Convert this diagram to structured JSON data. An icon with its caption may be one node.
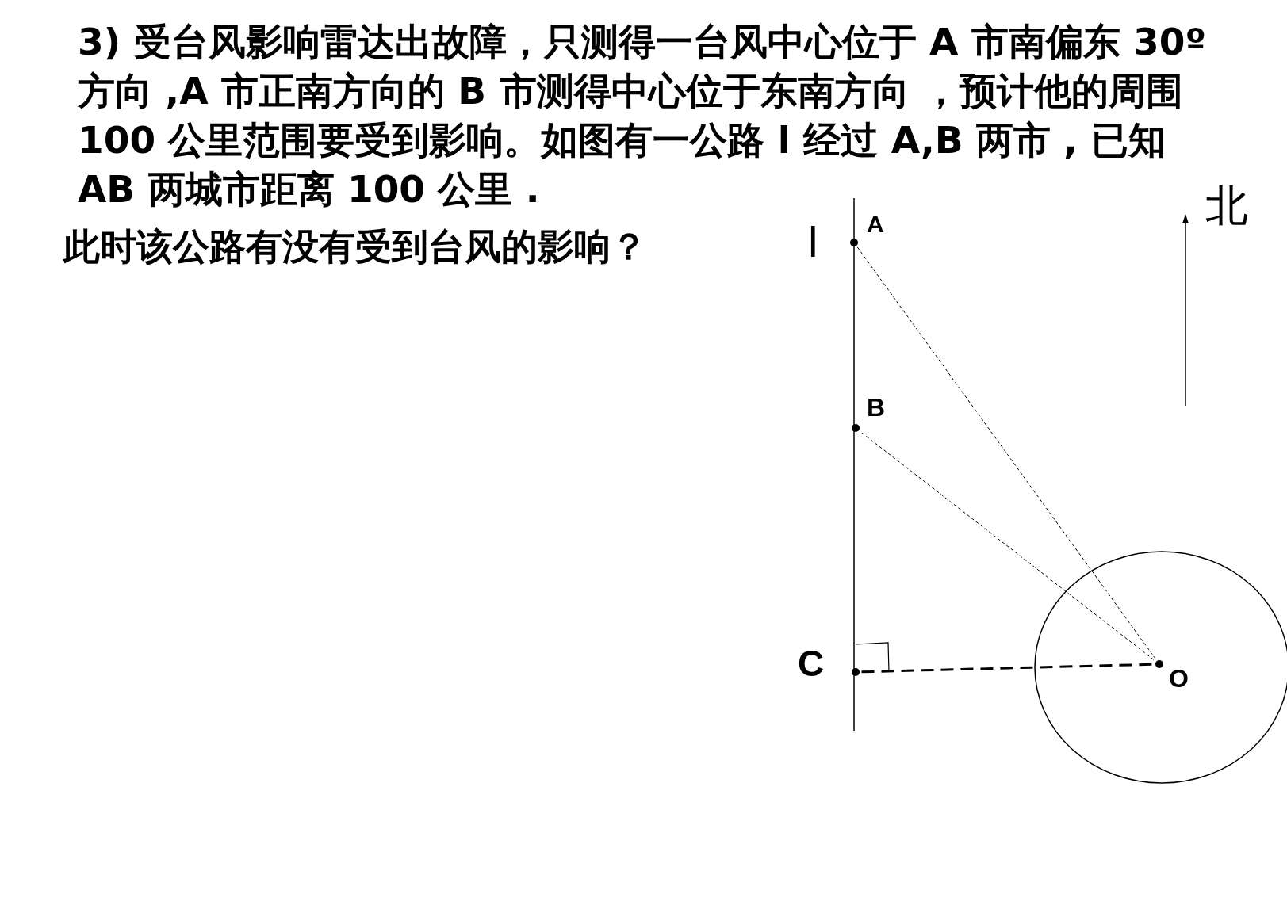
{
  "diagram": {
    "nodes": [
      {
        "text": [
          "A"
        ]
      },
      {
        "text": [
          "B"
        ]
      },
      {
        "text": [
          "C"
        ]
      },
      {
        "text": [
          "O"
        ]
      }
    ],
    "edges": [
      {
        "from": 0,
        "to": 3,
        "arrow": "none",
        "style": "dashed"
      },
      {
        "from": 1,
        "to": 3,
        "arrow": "none",
        "style": "dashed"
      },
      {
        "from": 2,
        "to": 3,
        "arrow": "none",
        "style": "dashed"
      }
    ],
    "labels": [
      "3) 受台风影响雷达出故障，只测得一台风中心位于 A 市南偏东 30º 方向 ,A 市正南方向的 B 市测得中心位于东南方向 ，预计他的周围 100 公里范围要受到影响。如图有一公路 l 经过 A,B 两市 , 已知 AB 两城市距离 100 公里 .",
      "此时该公路有没有受到台风的影响？",
      "l",
      "北"
    ]
  }
}
